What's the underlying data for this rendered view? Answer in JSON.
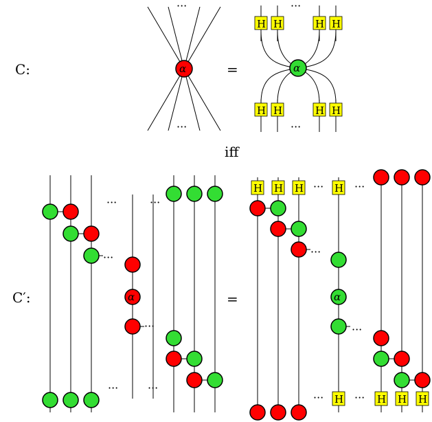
{
  "labels": {
    "rule_c": "C:",
    "rule_c_prime": "C′:",
    "equals": "=",
    "iff": "iff",
    "ellipsis": "···",
    "phase": "α",
    "hadamard": "H"
  },
  "colors": {
    "red_spider": "#ff0000",
    "green_spider": "#33dd33",
    "hadamard_box": "#ffff00"
  }
}
